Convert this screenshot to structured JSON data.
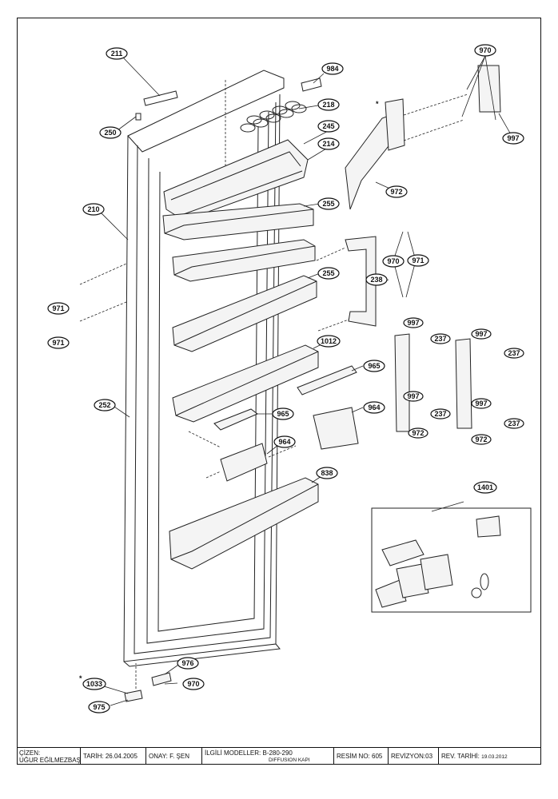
{
  "callouts": {
    "c211": "211",
    "c984": "984",
    "c218": "218",
    "c250": "250",
    "c245": "245",
    "c214": "214",
    "c210": "210",
    "c255a": "255",
    "c255b": "255",
    "c971a": "971",
    "c971b": "971",
    "c1012": "1012",
    "c252": "252",
    "c965a": "965",
    "c965b": "965",
    "c964a": "964",
    "c964b": "964",
    "c838": "838",
    "c976": "976",
    "c1033": "1033",
    "c970a": "970",
    "c975": "975",
    "c970b": "970",
    "c997a": "997",
    "c972a": "972",
    "c970c": "970",
    "c971c": "971",
    "c238": "238",
    "c997b": "997",
    "c237a": "237",
    "c997c": "997",
    "c237b": "237",
    "c997d": "997",
    "c237c": "237",
    "c972b": "972",
    "c997e": "997",
    "c237d": "237",
    "c972c": "972",
    "c1401": "1401"
  },
  "stars": {
    "s1": "*",
    "s2": "*"
  },
  "title_block": {
    "cizen_label": "ÇİZEN:",
    "cizen_name": "UĞUR EĞİLMEZBAŞ",
    "tarih": "TARİH: 26.04.2005",
    "onay": "ONAY: F. ŞEN",
    "modeller_label": "İLGİLİ MODELLER:",
    "modeller_value": "B-280-290",
    "modeller_sub": "DIFFUSION KAPI",
    "resim_no": "RESİM NO: 605",
    "revizyon": "REVİZYON:03",
    "rev_tarih_label": "REV. TARİHİ:",
    "rev_tarih_value": "19.03.2012"
  }
}
